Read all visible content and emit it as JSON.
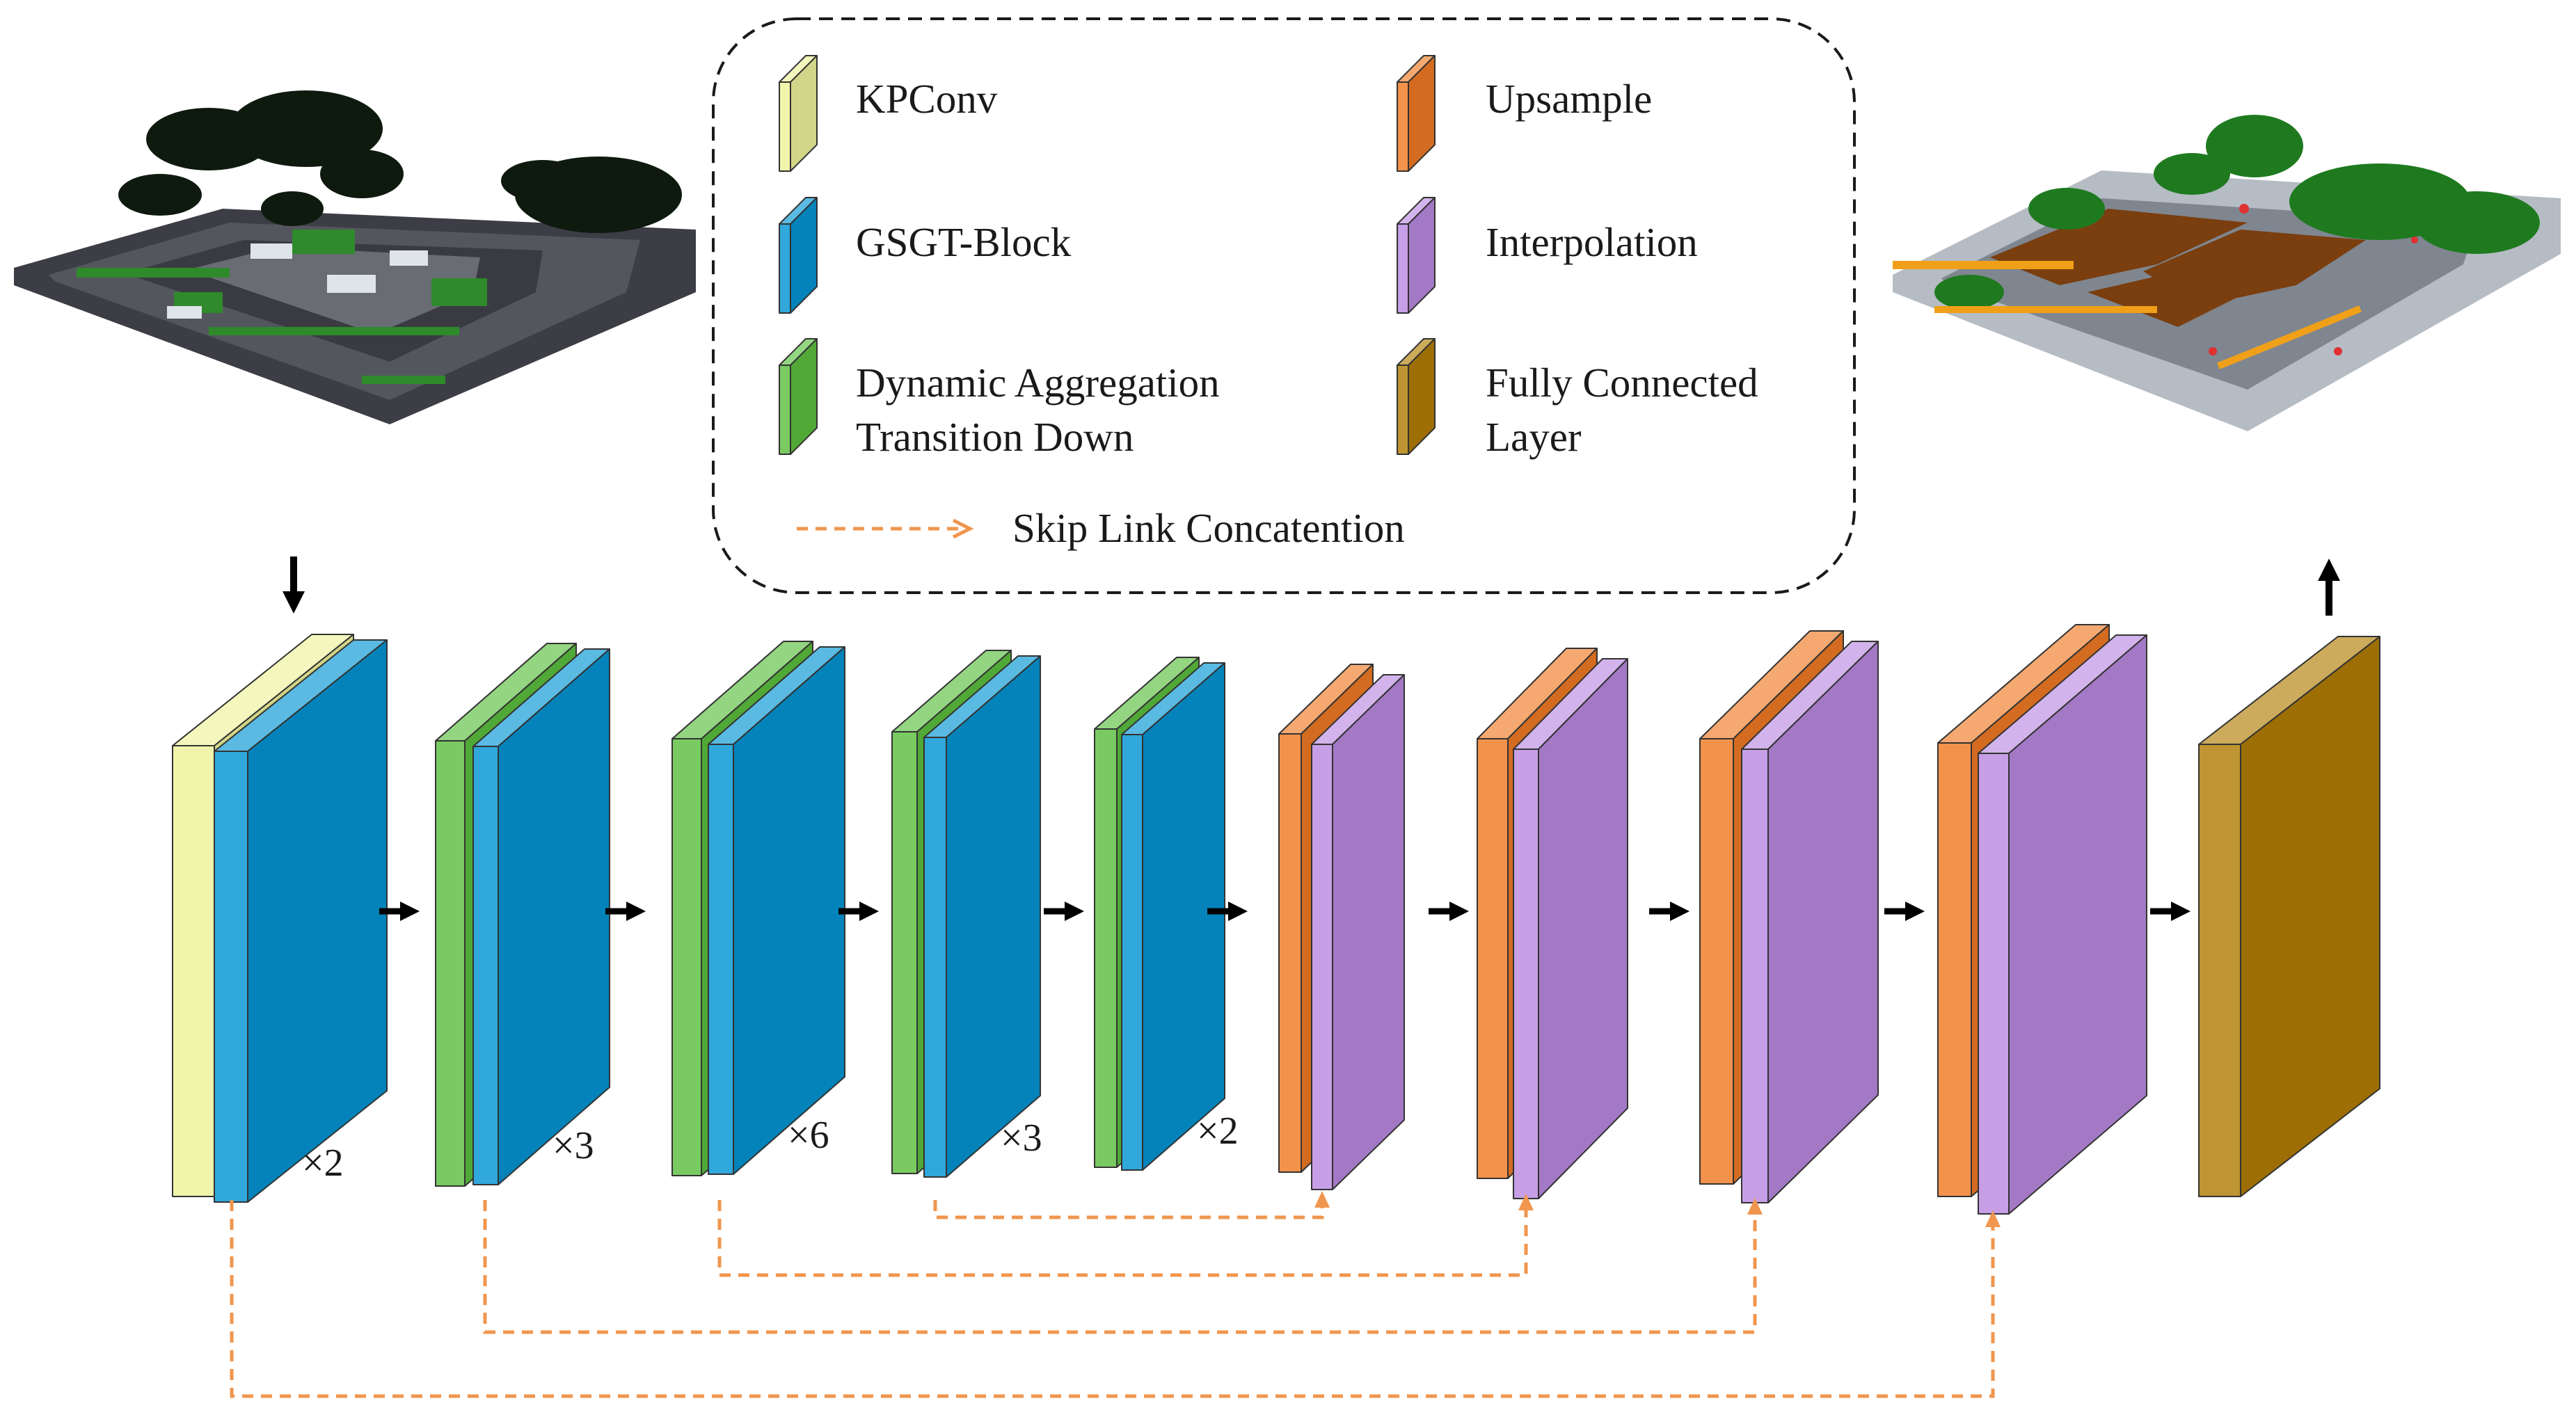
{
  "colors": {
    "kpconv": "#eef39a",
    "gsgt": "#0395d3",
    "dynamic": "#5bbf3e",
    "upsample": "#f07a24",
    "interpolation": "#b98ae0",
    "fc": "#b17d05",
    "skip": "#f0964e",
    "arrow": "#000000"
  },
  "legend": {
    "kpconv": "KPConv",
    "gsgt": "GSGT-Block",
    "dynamic_line1": "Dynamic Aggregation",
    "dynamic_line2": "Transition Down",
    "upsample": "Upsample",
    "interpolation": "Interpolation",
    "fc_line1": "Fully Connected",
    "fc_line2": "Layer",
    "skip": "Skip Link Concatention"
  },
  "encoder": [
    {
      "front": "kpconv",
      "back": "gsgt",
      "repeat": "×2"
    },
    {
      "front": "dynamic",
      "back": "gsgt",
      "repeat": "×3"
    },
    {
      "front": "dynamic",
      "back": "gsgt",
      "repeat": "×6"
    },
    {
      "front": "dynamic",
      "back": "gsgt",
      "repeat": "×3"
    },
    {
      "front": "dynamic",
      "back": "gsgt",
      "repeat": "×2"
    }
  ],
  "decoder": [
    {
      "front": "upsample",
      "back": "interpolation"
    },
    {
      "front": "upsample",
      "back": "interpolation"
    },
    {
      "front": "upsample",
      "back": "interpolation"
    },
    {
      "front": "upsample",
      "back": "interpolation"
    }
  ],
  "output_layer": "fc",
  "images": {
    "input": "input-point-cloud",
    "output": "segmented-point-cloud"
  }
}
